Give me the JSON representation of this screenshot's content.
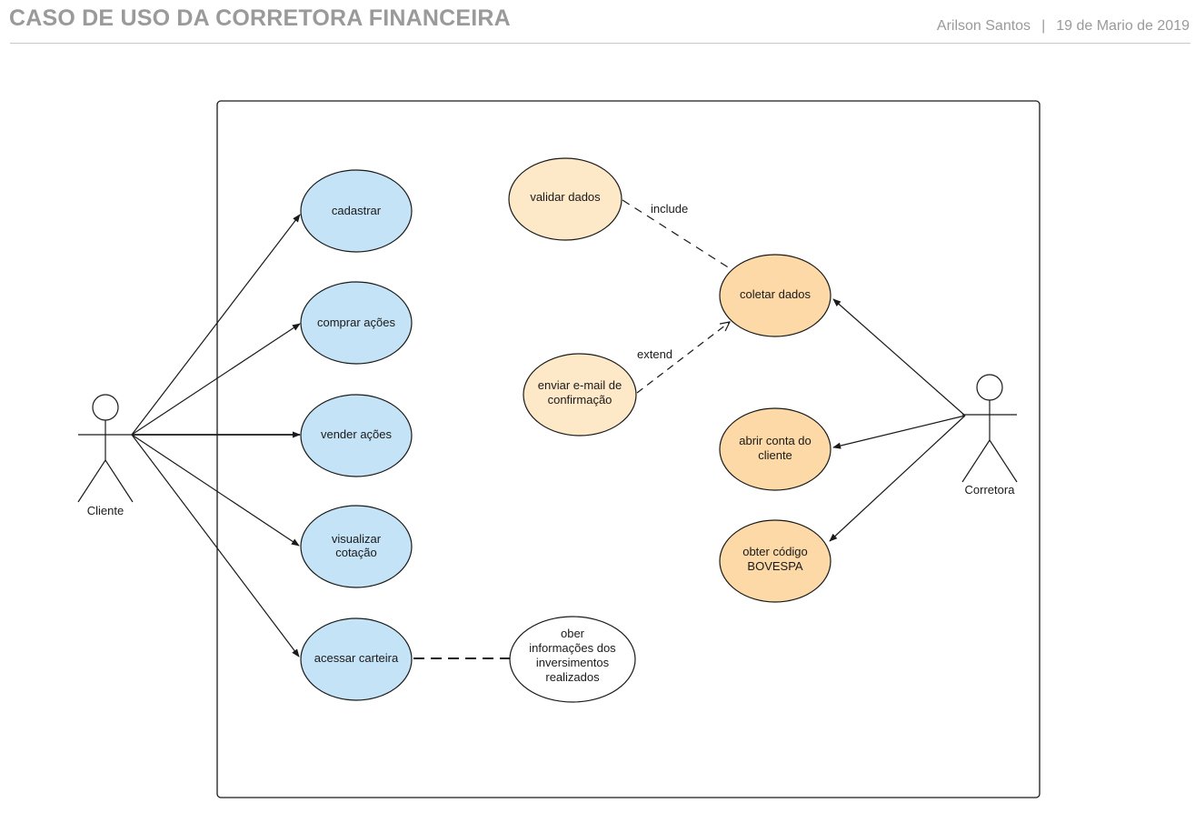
{
  "header": {
    "title": "CASO DE USO DA CORRETORA FINANCEIRA",
    "author": "Arilson Santos",
    "separator": "|",
    "date": "19 de Mario de 2019"
  },
  "colors": {
    "client_usecase_fill": "#c5e3f6",
    "broker_usecase_fill": "#fcd9a6",
    "secondary_usecase_fill": "#fde8c8",
    "stroke": "#1a1a1a",
    "header_text": "#9a9a9a"
  },
  "actors": {
    "cliente": "Cliente",
    "corretora": "Corretora"
  },
  "use_cases": {
    "cadastrar": [
      "cadastrar"
    ],
    "comprar": [
      "comprar ações"
    ],
    "vender": [
      "vender ações"
    ],
    "visualizar": [
      "visualizar",
      "cotação"
    ],
    "acessar": [
      "acessar carteira"
    ],
    "validar": [
      "validar dados"
    ],
    "coletar": [
      "coletar dados"
    ],
    "enviar": [
      "enviar e-mail de",
      "confirmação"
    ],
    "abrir": [
      "abrir conta do",
      "cliente"
    ],
    "obter": [
      "obter código",
      "BOVESPA"
    ],
    "ober_info": [
      "ober",
      "informações dos",
      "inversimentos",
      "realizados"
    ]
  },
  "relations": {
    "include": "include",
    "extend": "extend"
  }
}
